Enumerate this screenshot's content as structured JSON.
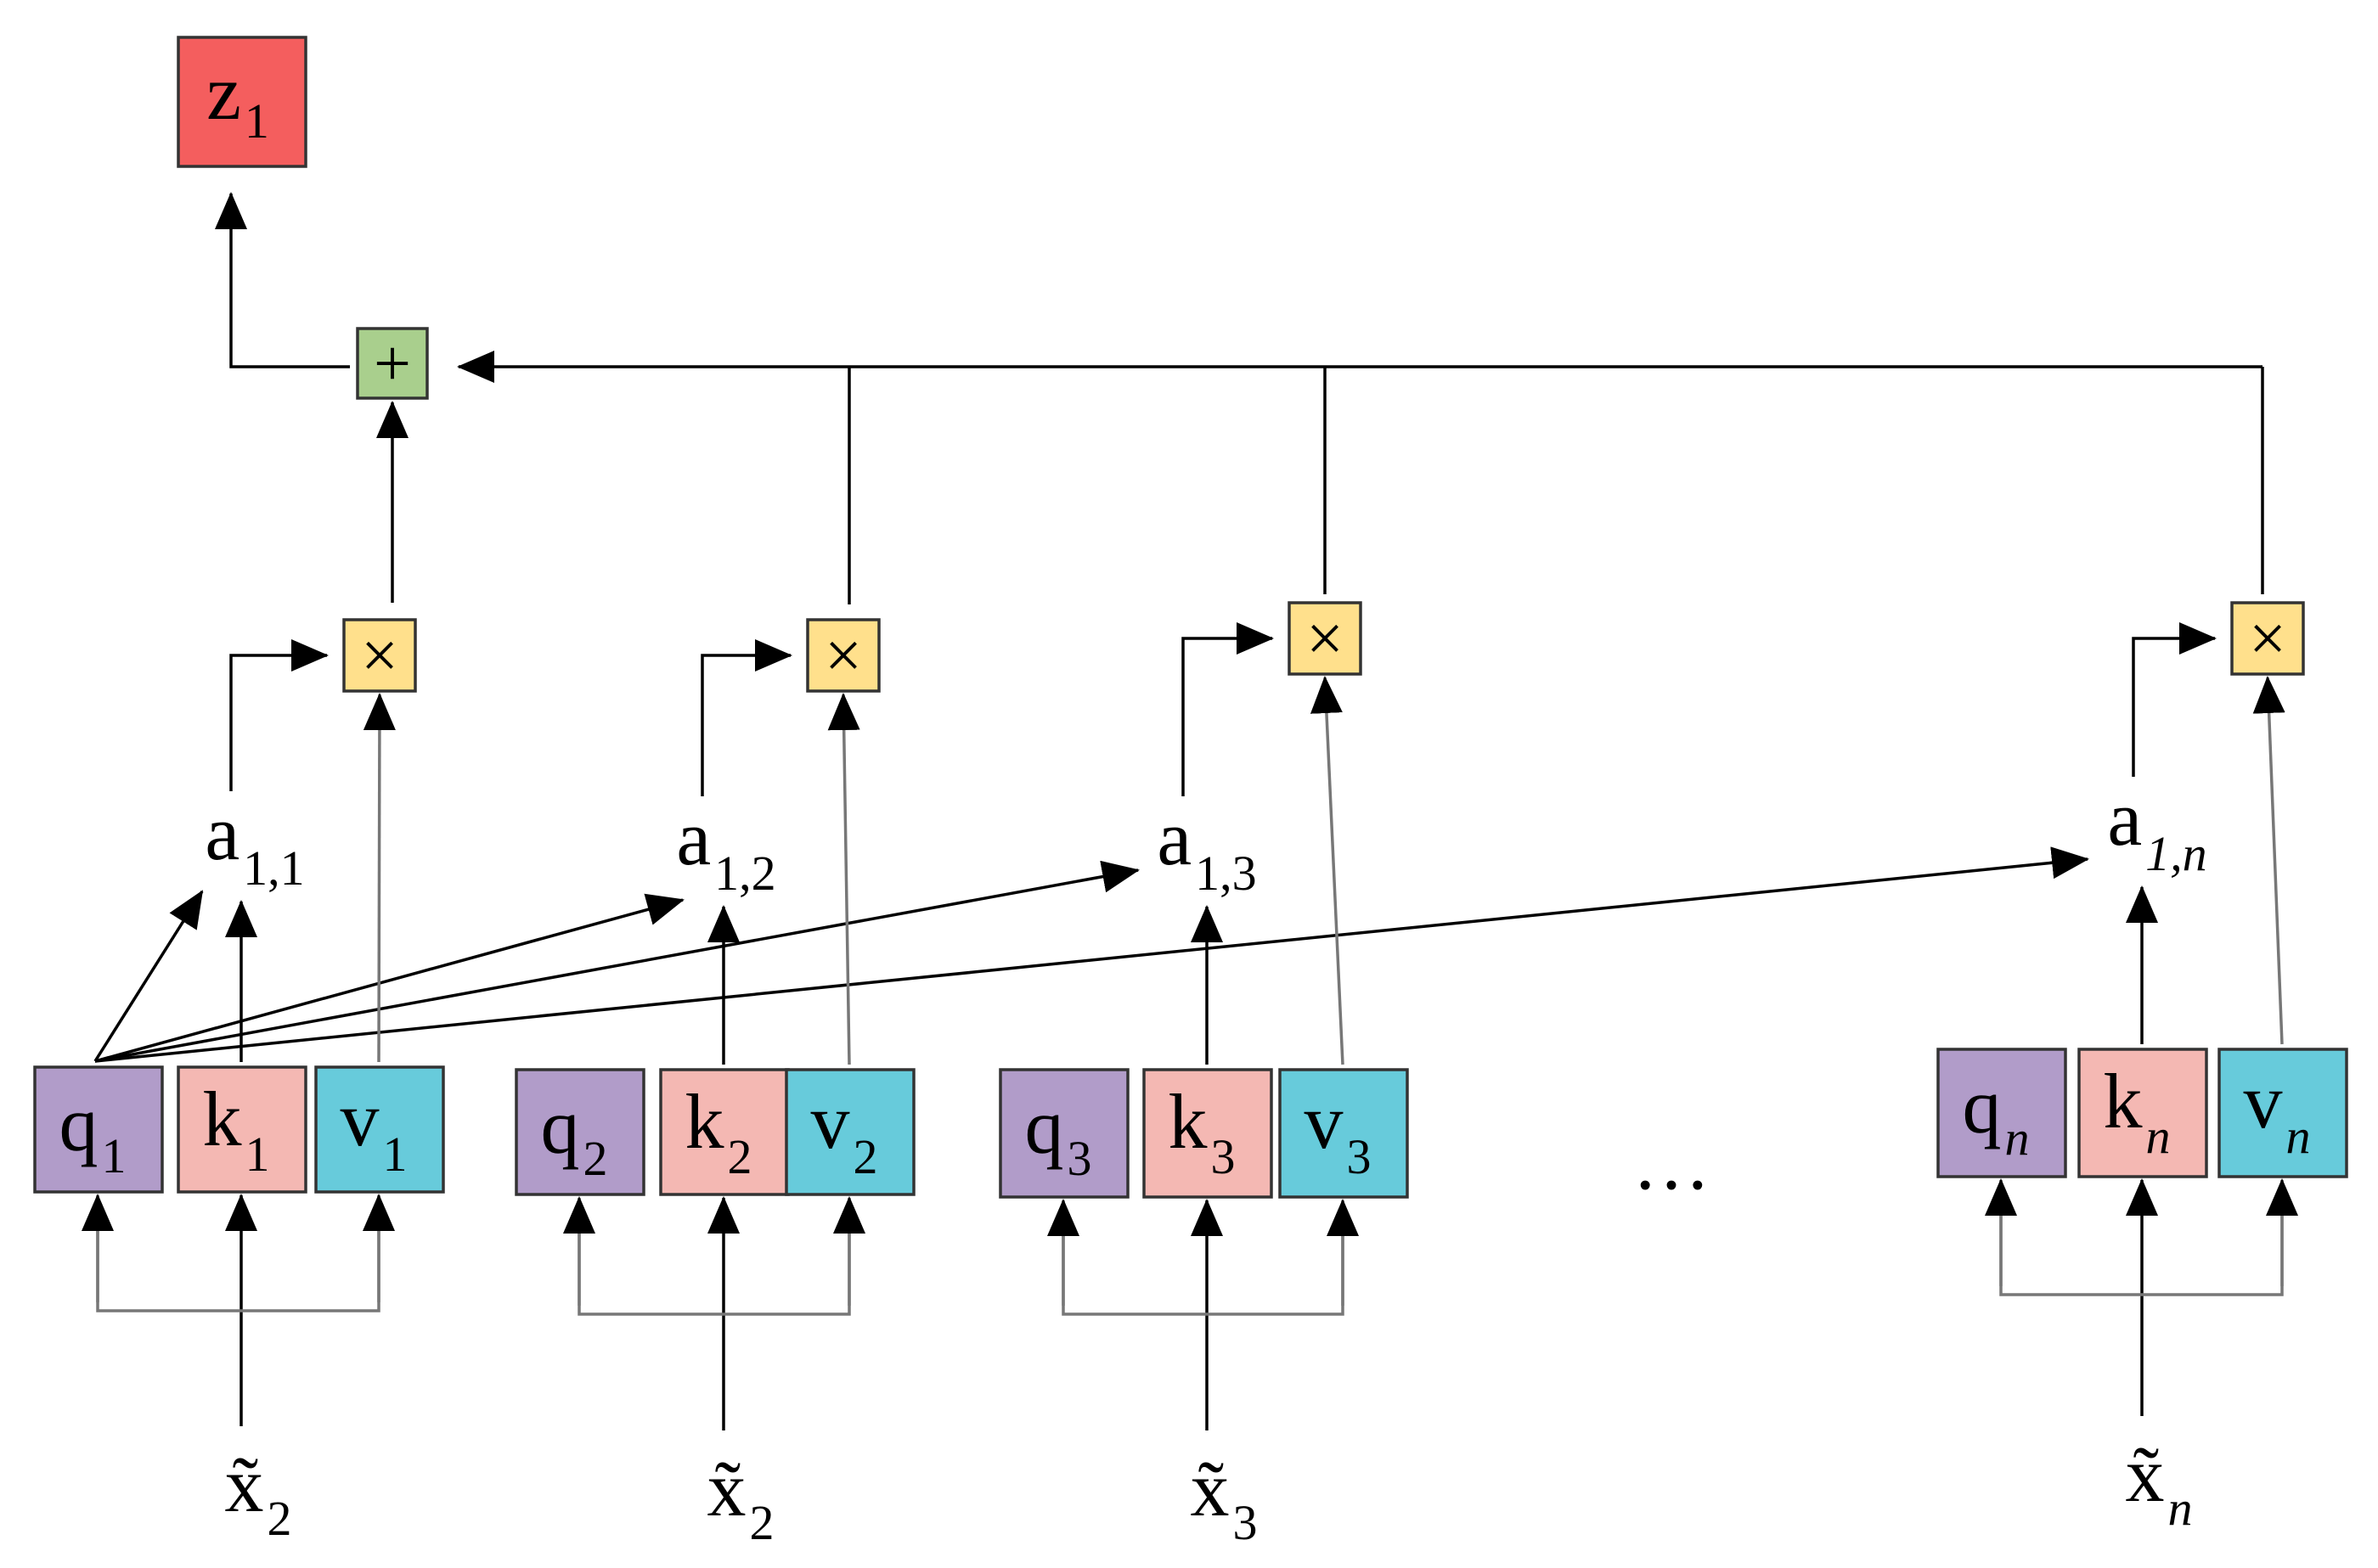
{
  "colors": {
    "query": "#b19cc9",
    "key": "#f4b8b3",
    "value": "#67cbdb",
    "output": "#f45e5e",
    "multiply": "#ffe08c",
    "sum": "#a9cf8d",
    "edge": "#000000"
  },
  "output": {
    "main": "z",
    "sub": "1"
  },
  "sum_symbol": "+",
  "multiply_symbol": "×",
  "ellipsis": "…",
  "tokens": [
    {
      "input": {
        "main": "x̃",
        "sub": "2"
      },
      "q": {
        "main": "q",
        "sub": "1"
      },
      "k": {
        "main": "k",
        "sub": "1"
      },
      "v": {
        "main": "v",
        "sub": "1"
      },
      "a": {
        "main": "a",
        "sub": "1,1"
      }
    },
    {
      "input": {
        "main": "x̃",
        "sub": "2"
      },
      "q": {
        "main": "q",
        "sub": "2"
      },
      "k": {
        "main": "k",
        "sub": "2"
      },
      "v": {
        "main": "v",
        "sub": "2"
      },
      "a": {
        "main": "a",
        "sub": "1,2"
      }
    },
    {
      "input": {
        "main": "x̃",
        "sub": "3"
      },
      "q": {
        "main": "q",
        "sub": "3"
      },
      "k": {
        "main": "k",
        "sub": "3"
      },
      "v": {
        "main": "v",
        "sub": "3"
      },
      "a": {
        "main": "a",
        "sub": "1,3"
      }
    },
    {
      "input": {
        "main": "x̃",
        "sub": "n"
      },
      "q": {
        "main": "q",
        "sub": "n"
      },
      "k": {
        "main": "k",
        "sub": "n"
      },
      "v": {
        "main": "v",
        "sub": "n"
      },
      "a": {
        "main": "a",
        "sub": "1,n"
      }
    }
  ]
}
